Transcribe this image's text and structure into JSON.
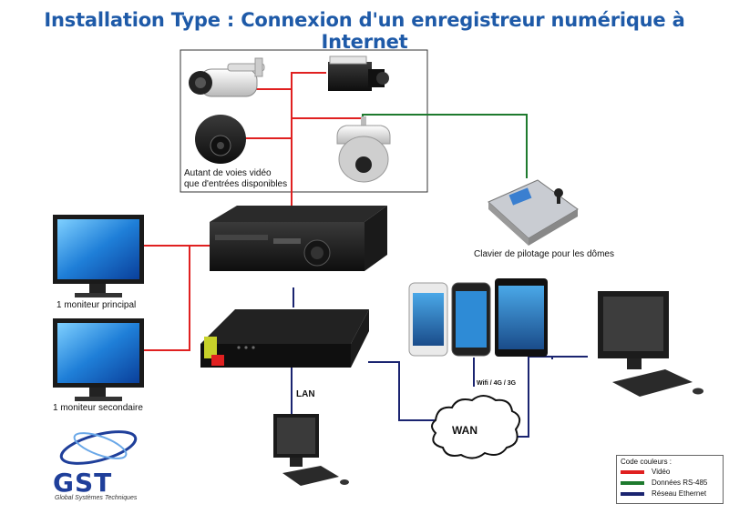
{
  "title": "Installation Type : Connexion d'un enregistreur numérique à Internet",
  "labels": {
    "cameras_note_line1": "Autant de voies vidéo",
    "cameras_note_line2": "que d'entrées disponibles",
    "keyboard": "Clavier de pilotage pour les dômes",
    "monitor_main": "1 moniteur principal",
    "monitor_secondary": "1 moniteur secondaire",
    "lan": "LAN",
    "wan": "WAN",
    "wireless": "Wifi / 4G / 3G"
  },
  "legend": {
    "title": "Code couleurs :",
    "items": [
      {
        "label": "Vidéo",
        "color": "#e02020"
      },
      {
        "label": "Données RS-485",
        "color": "#1e7a2e"
      },
      {
        "label": "Réseau Ethernet",
        "color": "#1a2470"
      }
    ]
  },
  "logo": {
    "text": "GST",
    "tagline": "Global Systèmes Techniques"
  },
  "colors": {
    "video": "#e02020",
    "data": "#1e7a2e",
    "ethernet": "#1a2470",
    "title": "#1e5aa8"
  }
}
